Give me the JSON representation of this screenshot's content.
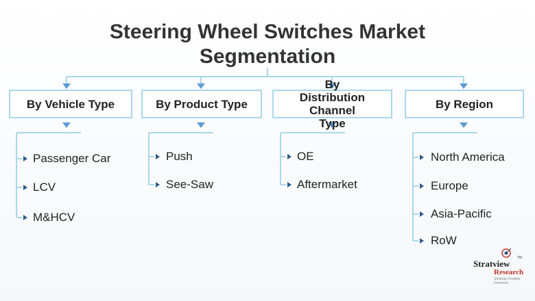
{
  "title": {
    "line1": "Steering Wheel Switches Market",
    "line2": "Segmentation"
  },
  "categories": [
    {
      "label": "By Vehicle Type",
      "items": [
        "Passenger Car",
        "LCV",
        "M&HCV"
      ]
    },
    {
      "label": "By Product Type",
      "items": [
        "Push",
        "See-Saw"
      ]
    },
    {
      "label": "By Distribution Channel Type",
      "items": [
        "OE",
        "Aftermarket"
      ]
    },
    {
      "label": "By Region",
      "items": [
        "North America",
        "Europe",
        "Asia-Pacific",
        "RoW"
      ]
    }
  ],
  "logo": {
    "name": "Stratview",
    "trademark": "TM",
    "sub": "Research",
    "tagline": "Strategic Insights Delivered"
  },
  "colors": {
    "connector": "#a9d6ec",
    "arrow": "#5b9bd5",
    "bullet": "#2e5a87",
    "text": "#222222"
  }
}
